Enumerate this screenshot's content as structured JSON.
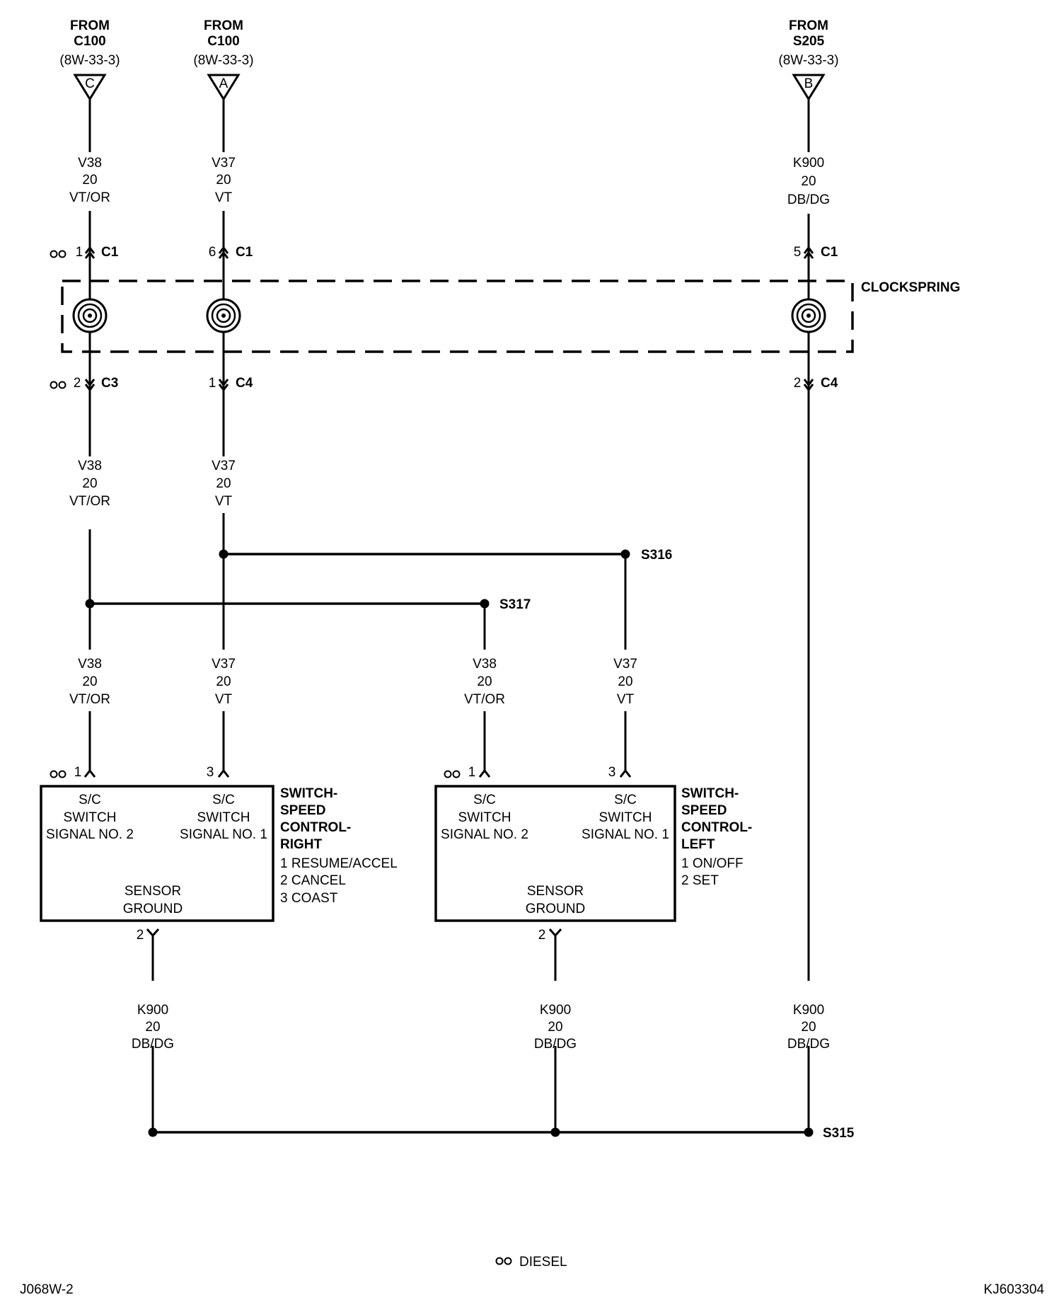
{
  "sources": [
    {
      "from": "FROM",
      "name": "C100",
      "ref": "(8W-33-3)",
      "pin": "C"
    },
    {
      "from": "FROM",
      "name": "C100",
      "ref": "(8W-33-3)",
      "pin": "A"
    },
    {
      "from": "FROM",
      "name": "S205",
      "ref": "(8W-33-3)",
      "pin": "B"
    }
  ],
  "wires": {
    "v38": [
      "V38",
      "20",
      "VT/OR"
    ],
    "v37": [
      "V37",
      "20",
      "VT"
    ],
    "k900": [
      "K900",
      "20",
      "DB/DG"
    ]
  },
  "connectors": {
    "c1_left": {
      "pin": "1",
      "name": "C1"
    },
    "c1_mid": {
      "pin": "6",
      "name": "C1"
    },
    "c1_right": {
      "pin": "5",
      "name": "C1"
    },
    "c3": {
      "pin": "2",
      "name": "C3"
    },
    "c4_mid": {
      "pin": "1",
      "name": "C4"
    },
    "c4_right": {
      "pin": "2",
      "name": "C4"
    }
  },
  "clockspring": "CLOCKSPRING",
  "splices": {
    "s316": "S316",
    "s317": "S317",
    "s315": "S315"
  },
  "switch_right": {
    "pins": {
      "p1": "1",
      "p3": "3",
      "p2": "2"
    },
    "sig2": [
      "S/C",
      "SWITCH",
      "SIGNAL NO. 2"
    ],
    "sig1": [
      "S/C",
      "SWITCH",
      "SIGNAL NO. 1"
    ],
    "ground": [
      "SENSOR",
      "GROUND"
    ],
    "title": [
      "SWITCH-",
      "SPEED",
      "CONTROL-",
      "RIGHT"
    ],
    "functions": [
      "1 RESUME/ACCEL",
      "2 CANCEL",
      "3 COAST"
    ]
  },
  "switch_left": {
    "pins": {
      "p1": "1",
      "p3": "3",
      "p2": "2"
    },
    "sig2": [
      "S/C",
      "SWITCH",
      "SIGNAL NO. 2"
    ],
    "sig1": [
      "S/C",
      "SWITCH",
      "SIGNAL NO. 1"
    ],
    "ground": [
      "SENSOR",
      "GROUND"
    ],
    "title": [
      "SWITCH-",
      "SPEED",
      "CONTROL-",
      "LEFT"
    ],
    "functions": [
      "1 ON/OFF",
      "2 SET"
    ]
  },
  "legend": {
    "symbol": "oo",
    "label": "DIESEL"
  },
  "footer": {
    "left": "J068W-2",
    "right": "KJ603304"
  }
}
